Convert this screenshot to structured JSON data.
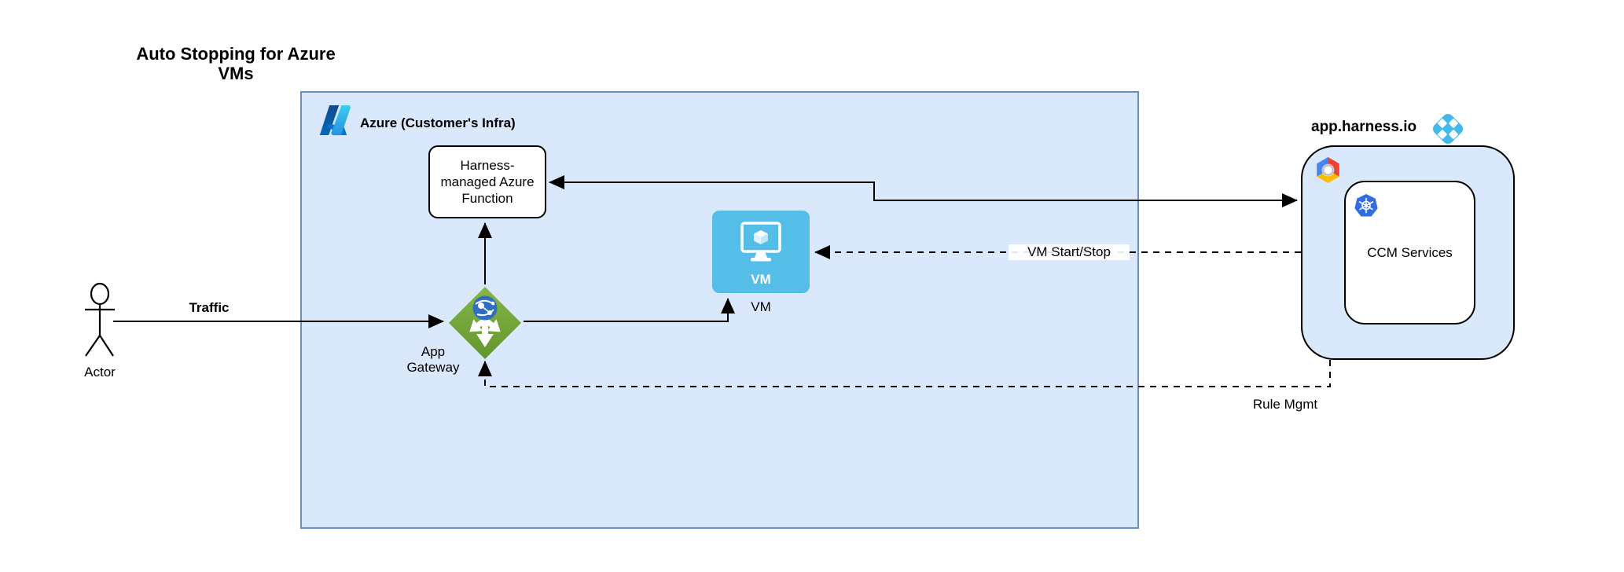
{
  "title": {
    "lines": [
      "Auto Stopping for Azure",
      "VMs"
    ]
  },
  "actor": {
    "label": "Actor"
  },
  "azure_container": {
    "label": "Azure (Customer's Infra)"
  },
  "function_box": {
    "lines": [
      "Harness-",
      "managed Azure",
      "Function"
    ]
  },
  "vm": {
    "icon_label": "VM",
    "label": "VM"
  },
  "gateway": {
    "lines": [
      "App",
      "Gateway"
    ]
  },
  "harness": {
    "label": "app.harness.io",
    "ccm_label": "CCM Services"
  },
  "edges": {
    "traffic": "Traffic",
    "vm_start_stop": "VM Start/Stop",
    "rule_mgmt": "Rule Mgmt"
  },
  "icons": {
    "azure_logo": "azure-a-glyph",
    "harness_logo": "rounded-diamond-four-white-diamonds",
    "gcp_logo": "tricolor-hexagon-white-circle",
    "kubernetes_logo": "blue-heptagon-ship-wheel",
    "vm_icon": "monitor-with-cube",
    "app_gateway_icon": "green-diamond-three-arrows-globe",
    "actor_icon": "stick-figure"
  },
  "colors": {
    "canvas_bg": "#FFFFFF",
    "azure_container_fill": "#DAE8FC",
    "azure_container_border": "#6C8EBF",
    "harness_container_fill": "#DAE8FC",
    "harness_container_border": "#000000",
    "node_fill": "#FFFFFF",
    "node_border": "#000000",
    "vm_icon_blue": "#54BDE8",
    "gateway_green": "#76A83F",
    "kubernetes_blue": "#326CE5",
    "harness_logo_cyan": "#42B9E8",
    "gcp_blue": "#4285F4",
    "gcp_red": "#EA4335",
    "gcp_yellow": "#FBBC05",
    "line_color": "#000000"
  }
}
